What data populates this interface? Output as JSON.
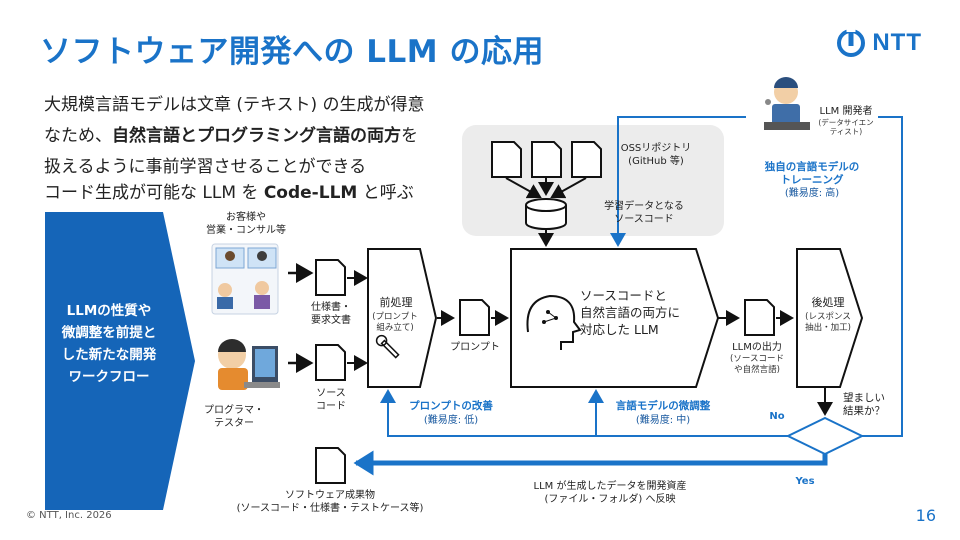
{
  "title": "ソフトウェア開発への LLM の応用",
  "logo": "NTT",
  "description": {
    "line1a": "大規模言語モデルは文章 (テキスト) の生成が得意",
    "line2a": "なため、",
    "line2b": "自然言語とプログラミング言語の両方",
    "line2c": "を",
    "line3": "扱えるように事前学習させることができる",
    "line4a": "コード生成が可能な LLM を ",
    "line4b": "Code-LLM",
    "line4c": " と呼ぶ"
  },
  "workflow_label": [
    "LLMの性質や",
    "微調整を前提と",
    "した新たな開発",
    "ワークフロー"
  ],
  "actors": {
    "customers": [
      "お客様や",
      "営業・コンサル等"
    ],
    "programmer": [
      "プログラマ・",
      "テスター"
    ],
    "developer": "LLM 開発者",
    "developer_sub": [
      "(データサイエン",
      "ティスト)"
    ]
  },
  "docs": {
    "spec": [
      "仕様書・",
      "要求文書"
    ],
    "source": [
      "ソース",
      "コード"
    ],
    "prompt": "プロンプト",
    "llm_output": "LLMの出力",
    "llm_output_sub": [
      "(ソースコード",
      "や自然言語)"
    ],
    "artifact": "ソフトウェア成果物",
    "artifact_sub": "(ソースコード・仕様書・テストケース等)"
  },
  "oss": {
    "repo": "OSSリポジトリ",
    "repo_sub": "(GitHub 等)",
    "training": [
      "学習データとなる",
      "ソースコード"
    ]
  },
  "steps": {
    "pre": "前処理",
    "pre_sub": [
      "(プロンプト",
      "組み立て)"
    ],
    "llm": [
      "ソースコードと",
      "自然言語の両方に",
      "対応した LLM"
    ],
    "post": "後処理",
    "post_sub": [
      "(レスポンス",
      "抽出・加工)"
    ],
    "decision": [
      "望ましい",
      "結果か？"
    ]
  },
  "feedback": {
    "own_model": [
      "独自の言語モデルの",
      "トレーニング"
    ],
    "own_model_diff": "(難易度: 高)",
    "prompt_improve": "プロンプトの改善",
    "prompt_improve_diff": "(難易度: 低)",
    "finetune": "言語モデルの微調整",
    "finetune_diff": "(難易度: 中)",
    "no": "No",
    "yes": "Yes",
    "reflect": [
      "LLM が生成したデータを開発資産",
      "(ファイル・フォルダ) へ反映"
    ]
  },
  "colors": {
    "accent": "#1a73c8",
    "chevron": "#1565b8",
    "panel": "#ececec"
  },
  "footer": "© NTT, Inc.  2026",
  "page_number": "16"
}
